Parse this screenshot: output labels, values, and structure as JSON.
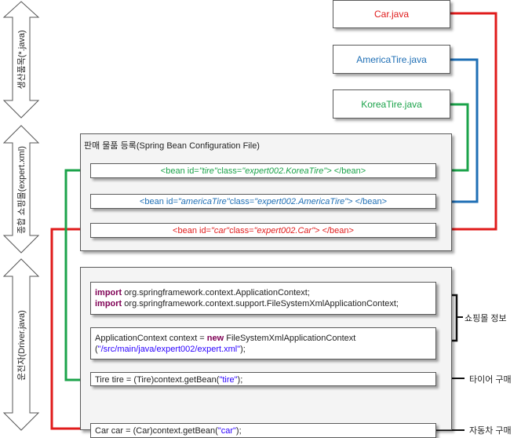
{
  "side_labels": {
    "production": "생산품목(*.java)",
    "mall": "종합 쇼핑몰(expert.xml)",
    "driver": "운전자(Driver.java)"
  },
  "files": {
    "car": "Car.java",
    "america_tire": "AmericaTire.java",
    "korea_tire": "KoreaTire.java"
  },
  "registry": {
    "title": "판매 물품 등록(Spring Bean Configuration File)",
    "beans": [
      {
        "open": "<bean id=",
        "id": "\"tire\"",
        "mid": " class=",
        "cls": "\"expert002.KoreaTire\"",
        "close": "> </bean>"
      },
      {
        "open": "<bean id=",
        "id": "\"americaTire\"",
        "mid": " class=",
        "cls": "\"expert002.AmericaTire\"",
        "close": "> </bean>"
      },
      {
        "open": "<bean id=",
        "id": "\"car\"",
        "mid": " class=",
        "cls": "\"expert002.Car\"",
        "close": "> </bean>"
      }
    ]
  },
  "driver": {
    "imports": [
      {
        "kw": "import",
        "text": " org.springframework.context.ApplicationContext;"
      },
      {
        "kw": "import",
        "text": " org.springframework.context.support.FileSystemXmlApplicationContext;"
      }
    ],
    "context": {
      "pre": "ApplicationContext context = ",
      "kw": "new",
      "post": " FileSystemXmlApplicationContext",
      "open": "(",
      "path": "\"/src/main/java/expert002/expert.xml\"",
      "close": ");"
    },
    "tire": {
      "pre": "Tire tire = (Tire)context.getBean(",
      "arg": "\"tire\"",
      "post": ");"
    },
    "car": {
      "pre": "Car car = (Car)context.getBean(",
      "arg": "\"car\"",
      "post": ");"
    }
  },
  "annotations": {
    "mall_info": "쇼핑몰 정보",
    "buy_tire": "타이어 구매",
    "buy_car": "자동차 구매"
  },
  "colors": {
    "red": "#e01b1b",
    "blue": "#1f6fb5",
    "green": "#1ba34a"
  }
}
